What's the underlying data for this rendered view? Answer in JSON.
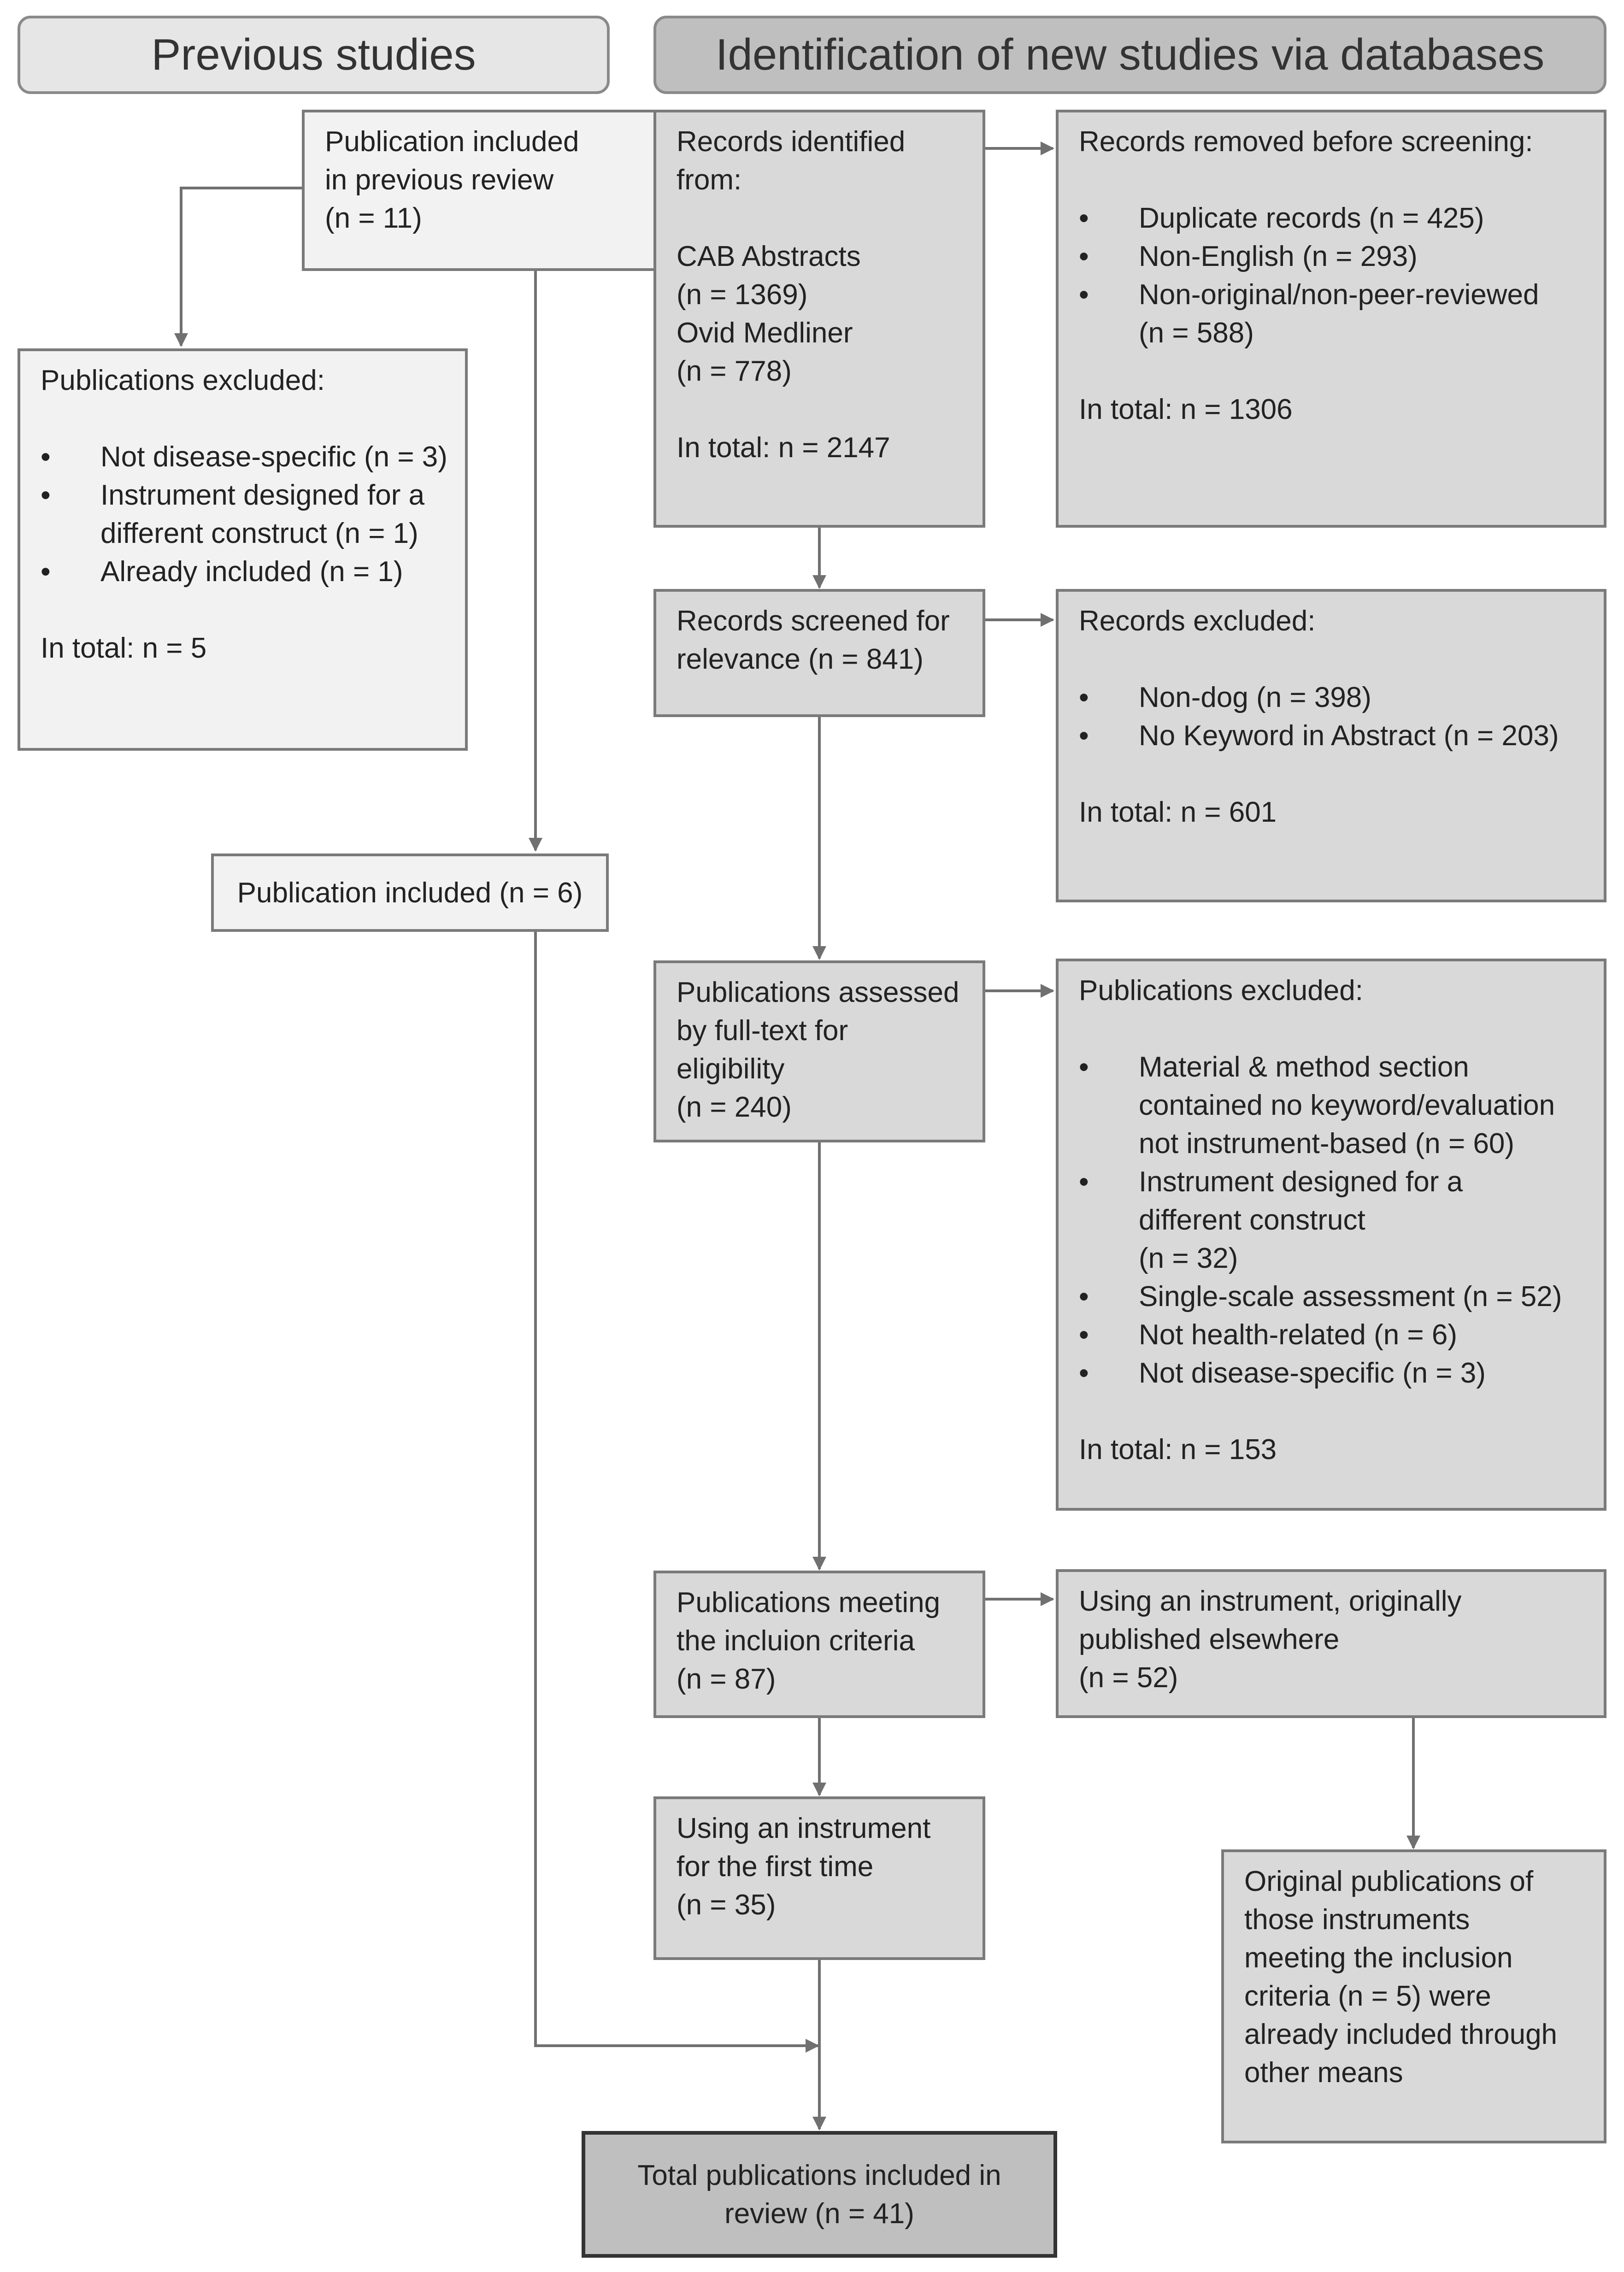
{
  "headers": {
    "previous": "Previous studies",
    "identification": "Identification of new studies via databases"
  },
  "prev_included": {
    "lines": [
      "Publication included",
      "in previous review",
      "(n = 11)"
    ]
  },
  "prev_excluded": {
    "title": "Publications excluded:",
    "items": [
      [
        "Not disease-specific (n = 3)"
      ],
      [
        "Instrument designed for a",
        "different construct (n = 1)"
      ],
      [
        "Already included (n = 1)"
      ]
    ],
    "total": "In total: n = 5"
  },
  "prev_included_final": {
    "label": "Publication included (n = 6)"
  },
  "records_identified": {
    "lines": [
      "Records identified",
      "from:",
      "",
      "CAB Abstracts",
      "(n = 1369)",
      "Ovid Medliner",
      "(n = 778)",
      "",
      "In total: n = 2147"
    ]
  },
  "records_removed": {
    "title": "Records removed before screening:",
    "items": [
      [
        "Duplicate records (n = 425)"
      ],
      [
        "Non-English (n = 293)"
      ],
      [
        "Non-original/non-peer-reviewed",
        "(n = 588)"
      ]
    ],
    "total": "In total: n = 1306"
  },
  "records_screened": {
    "lines": [
      "Records screened for",
      "relevance (n = 841)"
    ]
  },
  "records_excluded": {
    "title": "Records excluded:",
    "items": [
      [
        "Non-dog (n = 398)"
      ],
      [
        "No Keyword in Abstract (n = 203)"
      ]
    ],
    "total": "In total: n = 601"
  },
  "fulltext_assessed": {
    "lines": [
      "Publications assessed",
      "by full-text for",
      "eligibility",
      "(n = 240)"
    ]
  },
  "fulltext_excluded": {
    "title": "Publications excluded:",
    "items": [
      [
        "Material & method section",
        "contained no keyword/evaluation",
        "not instrument-based (n = 60)"
      ],
      [
        "Instrument designed for a",
        "different construct",
        "(n = 32)"
      ],
      [
        "Single-scale assessment (n = 52)"
      ],
      [
        "Not health-related (n = 6)"
      ],
      [
        "Not disease-specific (n = 3)"
      ]
    ],
    "total": "In total: n = 153"
  },
  "meeting_criteria": {
    "lines": [
      "Publications meeting",
      "the incluion criteria",
      "(n = 87)"
    ]
  },
  "published_elsewhere": {
    "lines": [
      "Using an instrument, originally",
      "published elsewhere",
      "(n = 52)"
    ]
  },
  "first_time": {
    "lines": [
      "Using an instrument",
      "for the first time",
      "(n = 35)"
    ]
  },
  "original_pubs": {
    "lines": [
      "Original publications of",
      "those instruments",
      "meeting the inclusion",
      "criteria (n = 5) were",
      "already included through",
      "other means"
    ]
  },
  "total": {
    "lines": [
      "Total publications included in",
      "review (n = 41)"
    ]
  }
}
